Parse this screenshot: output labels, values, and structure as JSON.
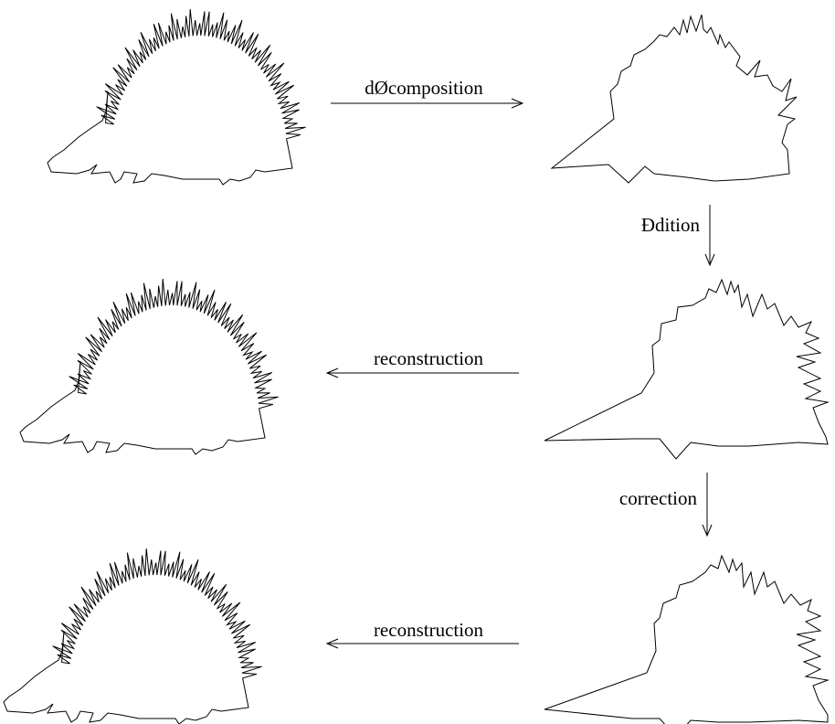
{
  "figure": {
    "step_labels": {
      "decomposition": "dØcomposition",
      "addition": "Ðdition",
      "reconstruction_1": "reconstruction",
      "correction": "correction",
      "reconstruction_2": "reconstruction"
    }
  }
}
